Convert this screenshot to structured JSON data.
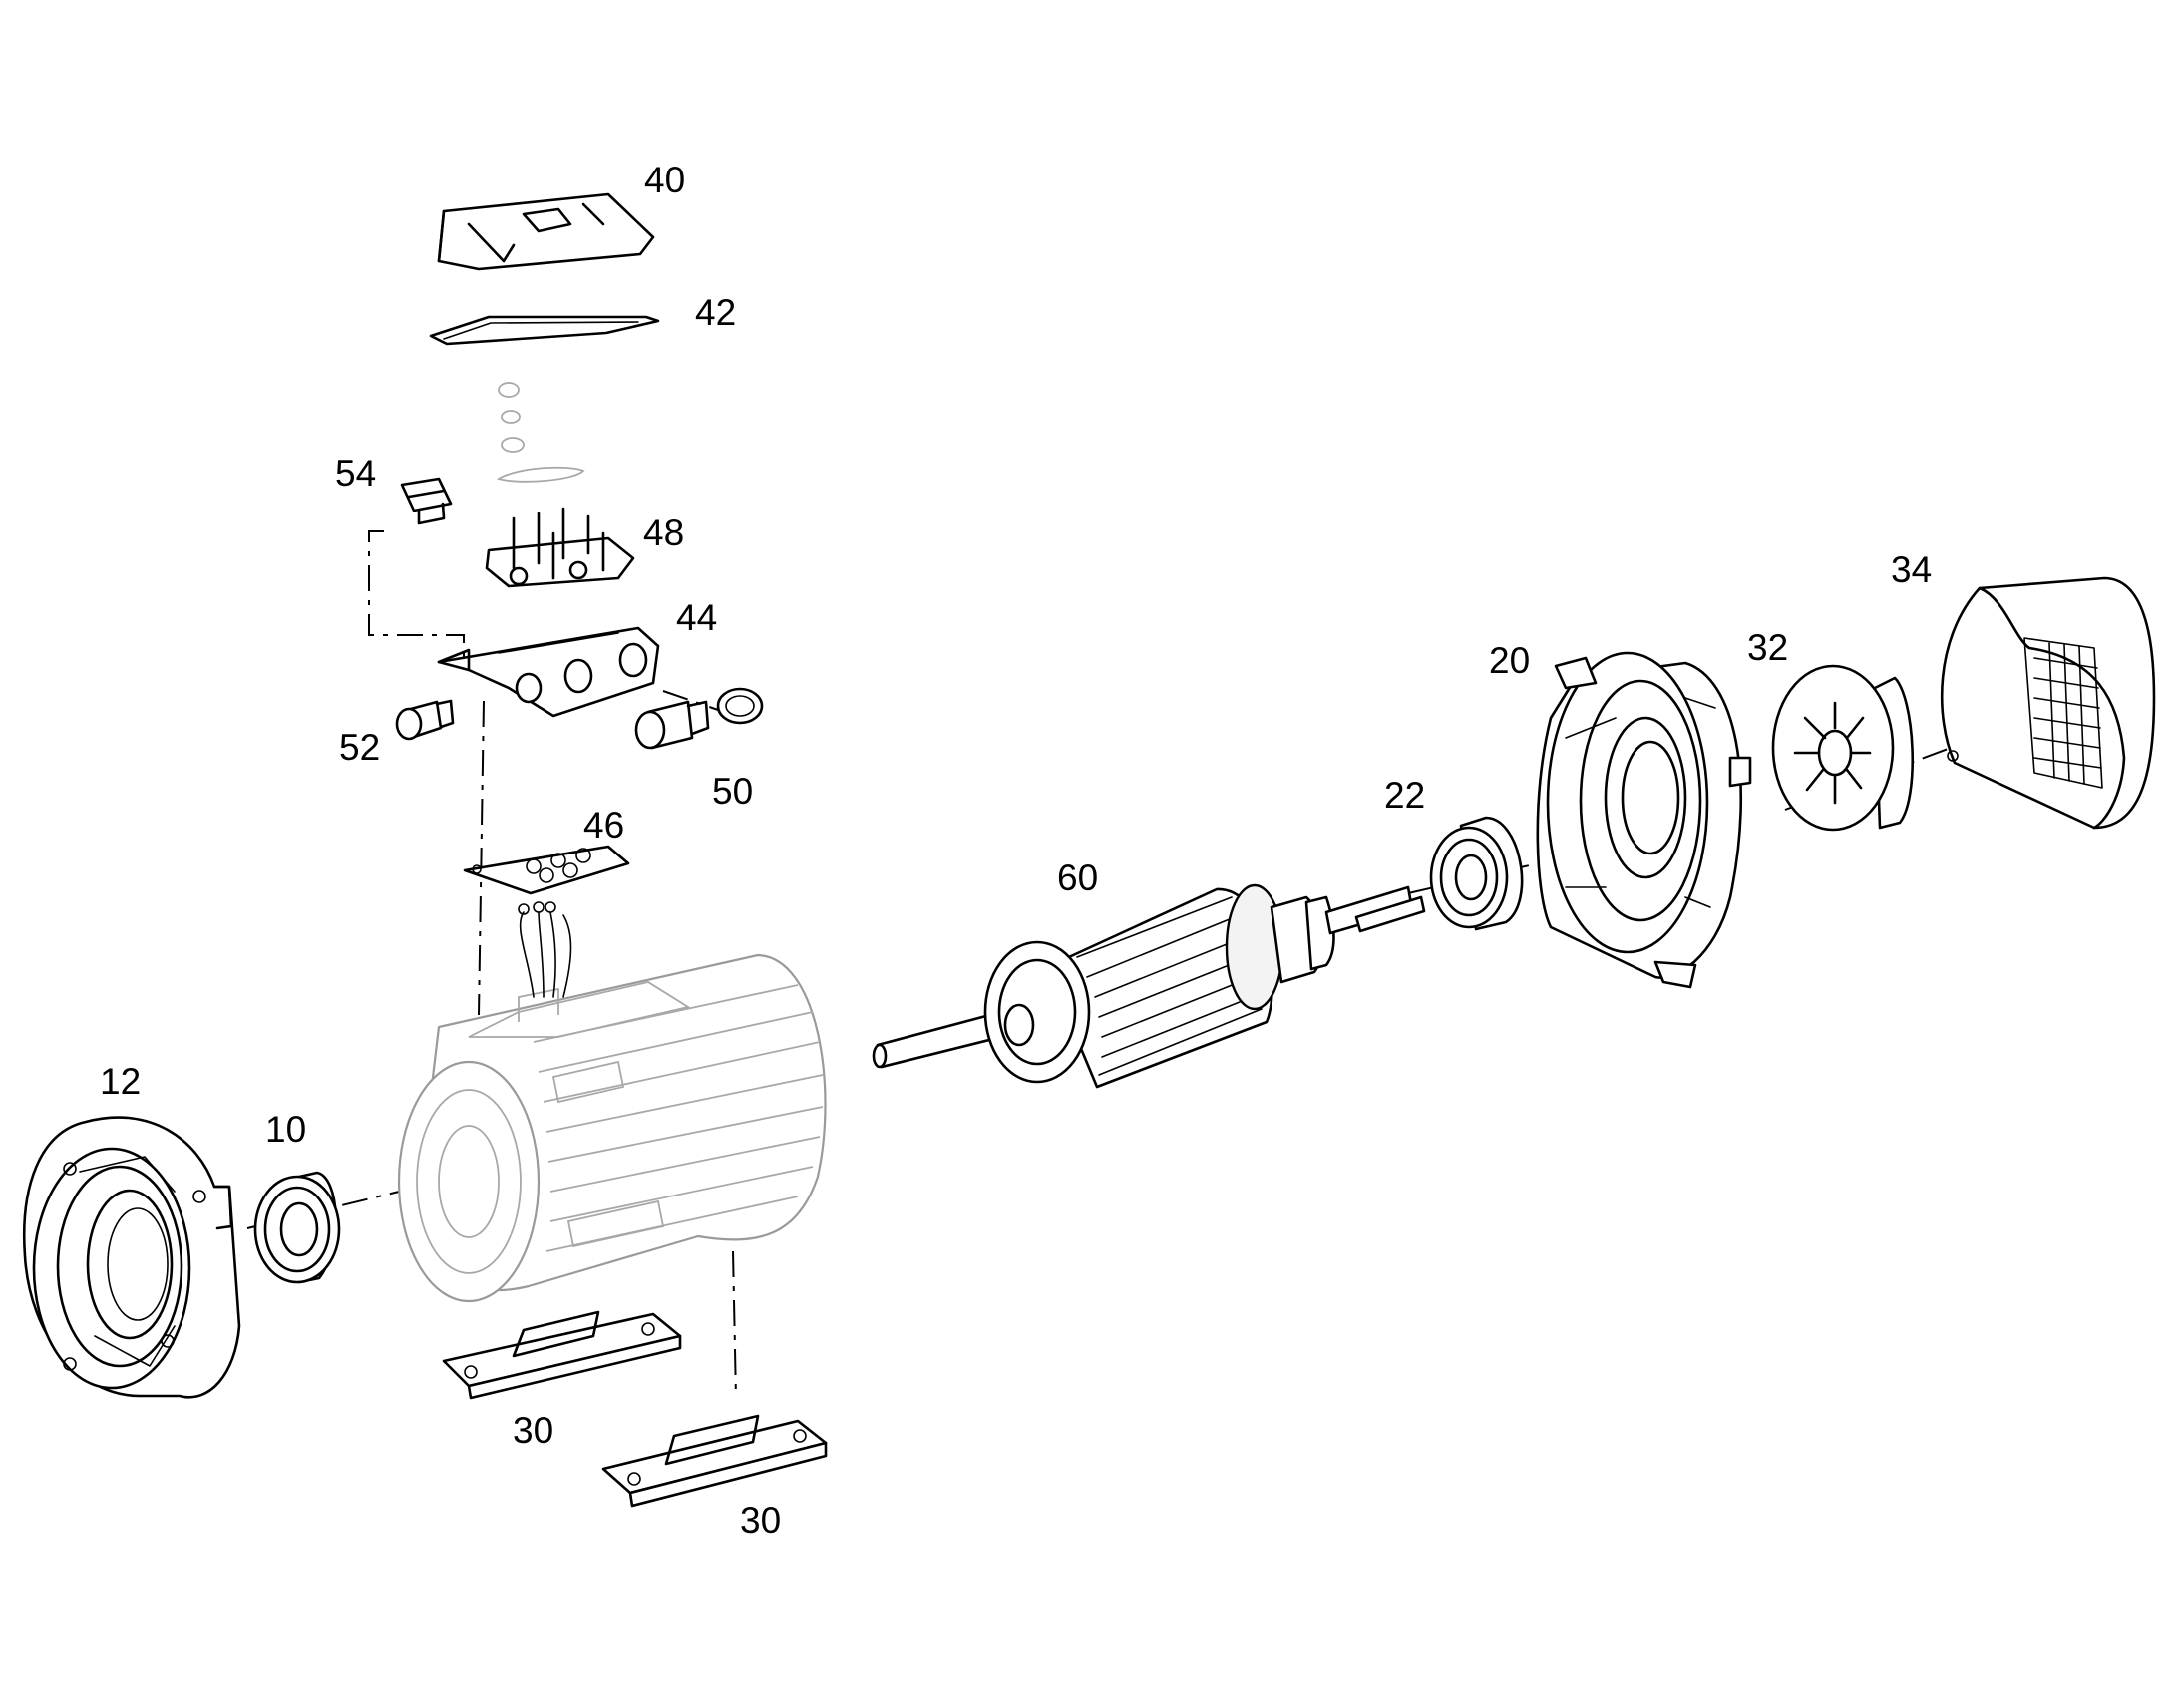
{
  "callouts": {
    "c10": "10",
    "c12": "12",
    "c20": "20",
    "c22": "22",
    "c30a": "30",
    "c30b": "30",
    "c32": "32",
    "c34": "34",
    "c40": "40",
    "c42": "42",
    "c44": "44",
    "c46": "46",
    "c48": "48",
    "c50": "50",
    "c52": "52",
    "c54": "54",
    "c60": "60"
  }
}
